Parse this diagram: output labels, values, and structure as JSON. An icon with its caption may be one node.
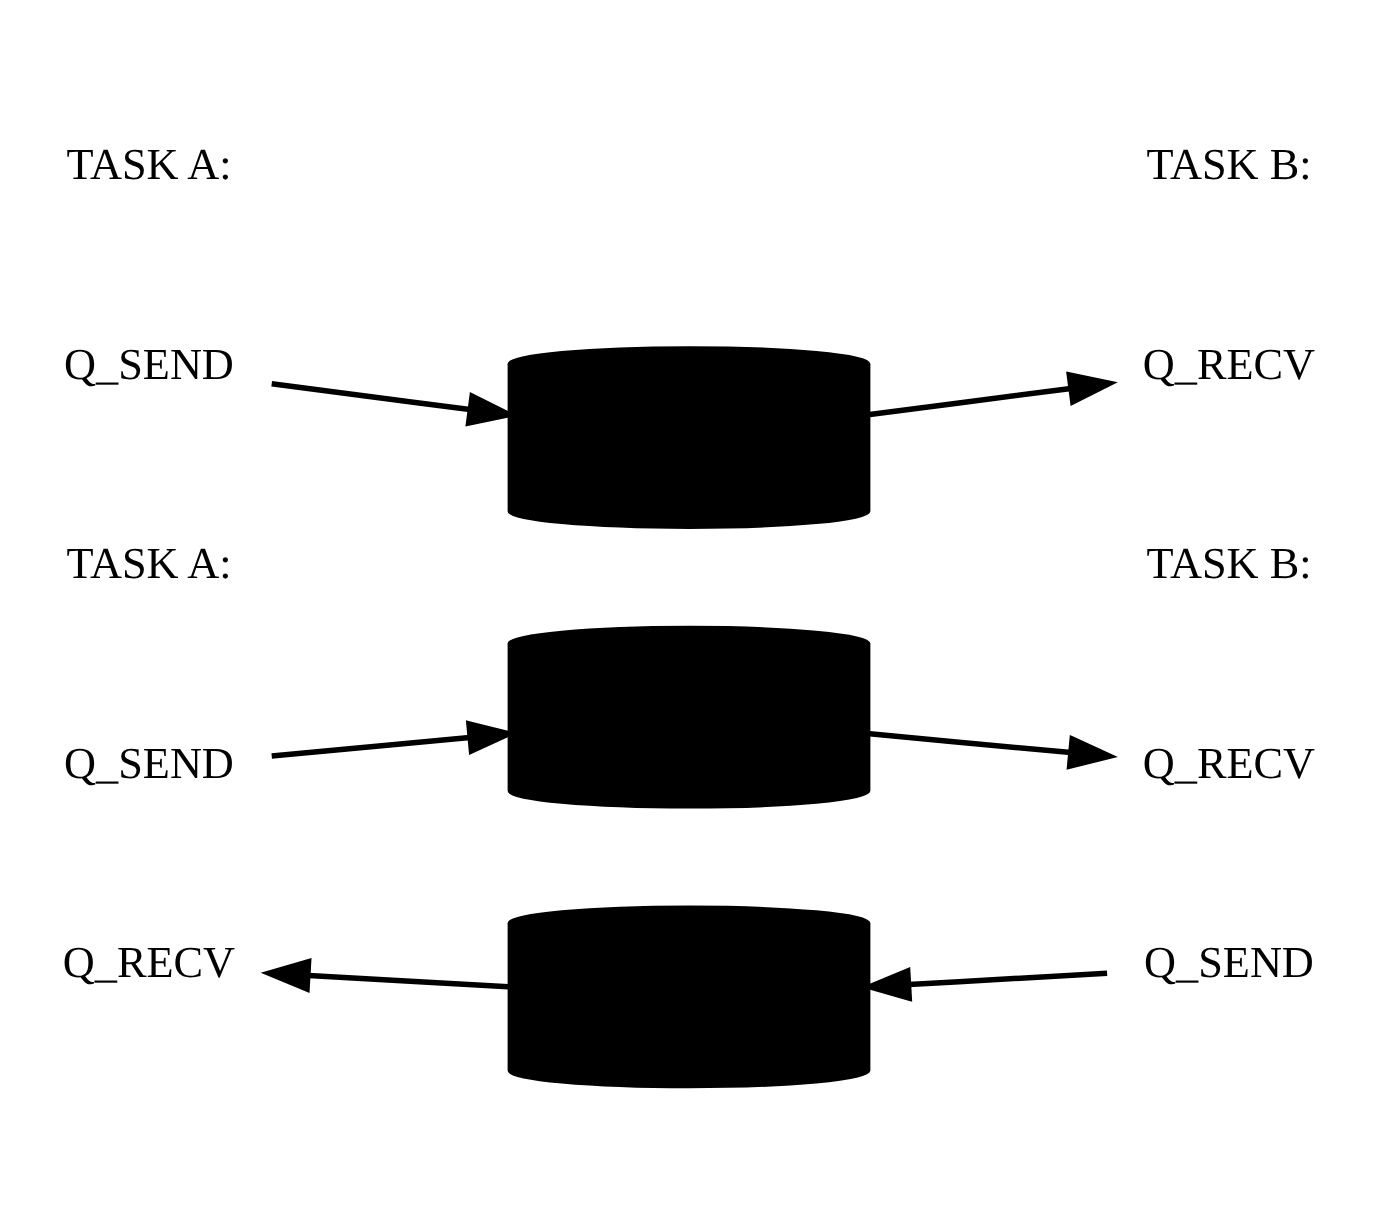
{
  "diagram": {
    "nodes": [
      {
        "text": [
          "Q_SEND"
        ]
      },
      {
        "text": [],
        "shape": "cylinder"
      },
      {
        "text": [
          "Q_RECV"
        ]
      },
      {
        "text": [
          "Q_SEND"
        ]
      },
      {
        "text": [],
        "shape": "cylinder"
      },
      {
        "text": [
          "Q_RECV"
        ]
      },
      {
        "text": [
          "Q_RECV"
        ]
      },
      {
        "text": [],
        "shape": "cylinder"
      },
      {
        "text": [
          "Q_SEND"
        ]
      }
    ],
    "edges": [
      {
        "from": 0,
        "to": 1,
        "arrow": "to"
      },
      {
        "from": 1,
        "to": 2,
        "arrow": "to"
      },
      {
        "from": 3,
        "to": 4,
        "arrow": "to"
      },
      {
        "from": 4,
        "to": 5,
        "arrow": "to"
      },
      {
        "from": 8,
        "to": 7,
        "arrow": "to"
      },
      {
        "from": 7,
        "to": 6,
        "arrow": "to"
      }
    ],
    "labels": [
      "TASK A:",
      "TASK B:",
      "TASK A:",
      "TASK B:"
    ]
  }
}
